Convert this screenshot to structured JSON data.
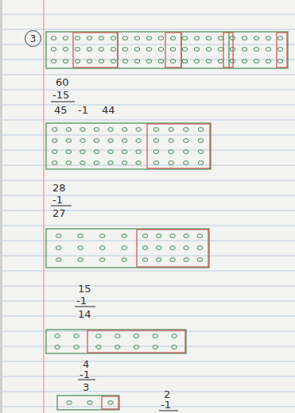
{
  "diagram": {
    "nodes": [
      {
        "text": [
          "3"
        ]
      }
    ],
    "labels": [
      "60",
      "-15",
      "45",
      "-1",
      "44",
      "28",
      "-1",
      "27",
      "15",
      "-1",
      "14",
      "4",
      "-1",
      "3",
      "2",
      "-1"
    ]
  }
}
